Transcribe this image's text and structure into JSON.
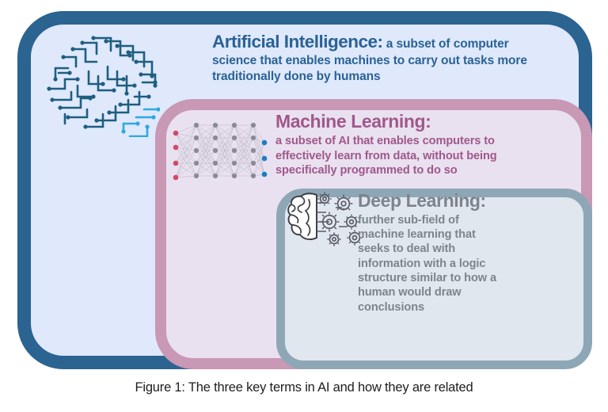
{
  "figure": {
    "caption": "Figure 1: The three key terms in AI and how they are related"
  },
  "ai": {
    "heading": "Artificial Intelligence:",
    "body": " a subset of computer science that enables machines to carry out tasks more traditionally done by humans",
    "color": "#2a6295",
    "frame_color": "#2b6391",
    "fill_color": "#dfe9fb",
    "icon": "circuit-brain-icon"
  },
  "ml": {
    "heading": "Machine Learning:",
    "body": "a subset of AI that enables computers to effectively learn from data, without being specifically programmed to do so",
    "color": "#a0588b",
    "frame_color": "#c898b4",
    "fill_color": "#e9e1f0",
    "icon": "neural-network-icon"
  },
  "dl": {
    "heading": "Deep Learning:",
    "body": "further sub-field of machine learning that seeks to deal with information with a logic structure similar to how a human would draw conclusions",
    "color": "#7c848c",
    "frame_color": "#8ea7b7",
    "fill_color": "#e1e7ef",
    "icon": "brain-gears-icon"
  },
  "neural_network": {
    "input_nodes": 4,
    "input_color": "#d94f6e",
    "hidden_columns": 4,
    "hidden_rows": 5,
    "hidden_color": "#8c8c96",
    "output_nodes": 3,
    "output_color": "#1a7fc1"
  }
}
